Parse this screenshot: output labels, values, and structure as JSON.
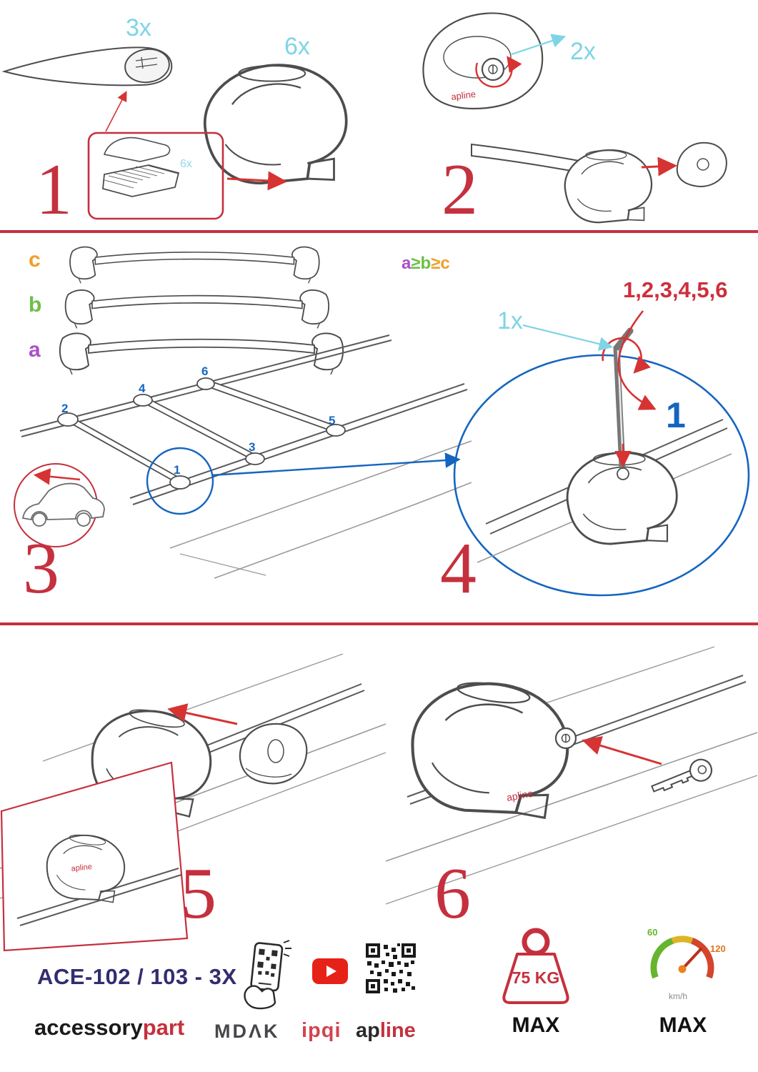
{
  "palette": {
    "accent_red": "#c5303e",
    "arrow_red": "#d63333",
    "cyan": "#7fd4e6",
    "blue": "#1565c0",
    "orange": "#ef9f2a",
    "green": "#6cbf45",
    "purple": "#ab4fc8",
    "navy": "#322d70",
    "youtube_red": "#e62117"
  },
  "step1": {
    "number": "1",
    "bar_qty": "3x",
    "foot_qty": "6x",
    "pad_qty": "6x"
  },
  "step2": {
    "number": "2",
    "lock_qty": "2x",
    "brand": "apline"
  },
  "step3": {
    "number": "3",
    "size_c": "c",
    "size_b": "b",
    "size_a": "a",
    "rule": {
      "a": "a",
      "ge1": "≥",
      "b": "b",
      "ge2": "≥",
      "c": "c"
    },
    "positions": {
      "p1": "1",
      "p2": "2",
      "p3": "3",
      "p4": "4",
      "p5": "5",
      "p6": "6"
    }
  },
  "step4": {
    "number": "4",
    "sequence": "1,2,3,4,5,6",
    "tool_qty": "1x",
    "order_first": "1"
  },
  "step5": {
    "number": "5",
    "brand": "apline"
  },
  "step6": {
    "number": "6",
    "brand": "apline"
  },
  "footer": {
    "model": "ACE-102 / 103 - 3X",
    "brand_black": "accessory",
    "brand_red": "part",
    "logo_mdak": "MDΛK",
    "logo_ipqi": "ipqi",
    "logo_apline_dark": "ap",
    "logo_apline_red": "line",
    "weight_value": "75 KG",
    "weight_max": "MAX",
    "speed_low": "60",
    "speed_high": "120",
    "speed_unit": "km/h",
    "speed_max": "MAX"
  }
}
